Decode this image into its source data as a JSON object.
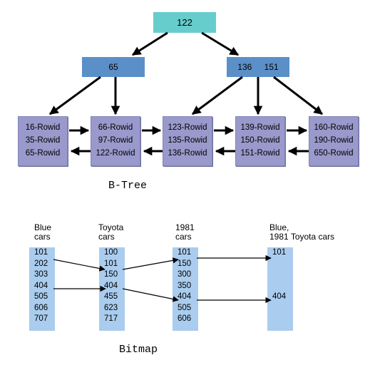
{
  "btree": {
    "root": "122",
    "branch_left": "65",
    "branch_right": [
      "136",
      "151"
    ],
    "leaves": [
      [
        "16-Rowid",
        "35-Rowid",
        "65-Rowid"
      ],
      [
        "66-Rowid",
        "97-Rowid",
        "122-Rowid"
      ],
      [
        "123-Rowid",
        "135-Rowid",
        "136-Rowid"
      ],
      [
        "139-Rowid",
        "150-Rowid",
        "151-Rowid"
      ],
      [
        "160-Rowid",
        "190-Rowid",
        "650-Rowid"
      ]
    ],
    "caption": "B-Tree"
  },
  "bitmap": {
    "columns": [
      {
        "header": [
          "Blue",
          "cars"
        ],
        "values": [
          "101",
          "202",
          "303",
          "404",
          "505",
          "606",
          "707"
        ]
      },
      {
        "header": [
          "Toyota",
          "cars"
        ],
        "values": [
          "100",
          "101",
          "150",
          "404",
          "455",
          "623",
          "717"
        ]
      },
      {
        "header": [
          "1981",
          "cars"
        ],
        "values": [
          "101",
          "150",
          "300",
          "350",
          "404",
          "505",
          "606"
        ]
      },
      {
        "header": [
          "Blue,",
          "1981 Toyota cars"
        ],
        "values": [
          "101",
          "",
          "",
          "",
          "404"
        ]
      }
    ],
    "caption": "Bitmap"
  },
  "colors": {
    "root": "#66cccc",
    "branch": "#5b8fc8",
    "leaf": "#9999cc",
    "bitmap_column": "#aaccee",
    "arrow": "#000000"
  }
}
